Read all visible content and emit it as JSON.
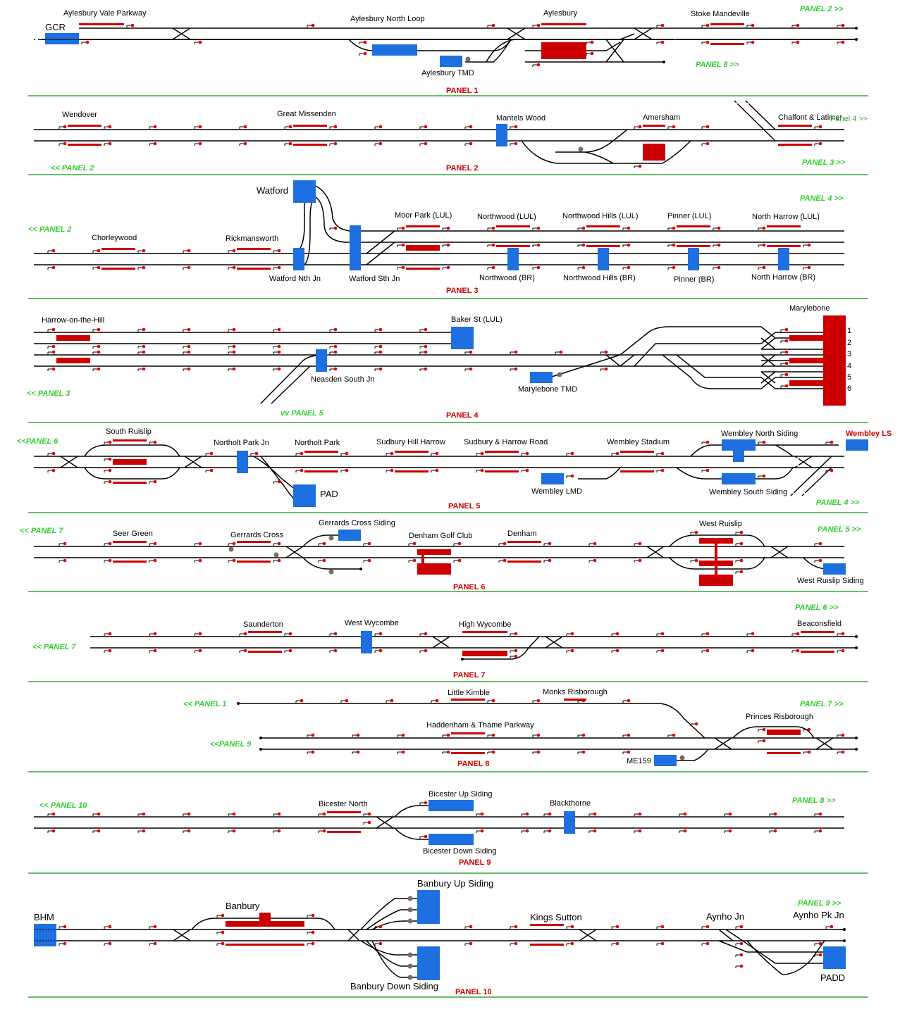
{
  "colors": {
    "track": "#000000",
    "platform": "#cc0000",
    "siding": "#1e6fe0",
    "signal": "#e00000",
    "divider": "#33aa33",
    "nav": "#33cc33",
    "panel_title": "#cc0000",
    "buffer_shunt": "#7a6a60"
  },
  "panels": [
    {
      "title": "PANEL 1",
      "stations": [
        "Aylesbury Vale Parkway",
        "Aylesbury North Loop",
        "Aylesbury",
        "Stoke Mandeville"
      ],
      "other_labels": [
        "GCR",
        "Aylesbury TMD"
      ],
      "nav": [
        "PANEL 2 >>",
        "PANEL 8 >>"
      ]
    },
    {
      "title": "PANEL 2",
      "stations": [
        "Wendover",
        "Great Missenden",
        "Mantels Wood",
        "Amersham",
        "Chalfont & Latimer"
      ],
      "other_labels": [
        "Panel 4 >>"
      ],
      "nav": [
        "<< PANEL 2",
        "PANEL 3 >>"
      ]
    },
    {
      "title": "PANEL 3",
      "stations": [
        "Chorleywood",
        "Rickmansworth",
        "Moor Park (LUL)",
        "Northwood (LUL)",
        "Northwood Hills (LUL)",
        "Pinner (LUL)",
        "North Harrow (LUL)"
      ],
      "other_labels": [
        "Watford",
        "Watford Nth Jn",
        "Watford Sth Jn",
        "Northwood (BR)",
        "Northwood Hills (BR)",
        "Pinner (BR)",
        "North Harrow (BR)"
      ],
      "nav": [
        "PANEL 4 >>",
        "<< PANEL 2"
      ]
    },
    {
      "title": "PANEL 4",
      "stations": [
        "Harrow-on-the-Hill",
        "Baker St (LUL)",
        "Marylebone"
      ],
      "other_labels": [
        "Neasden South Jn",
        "Marylebone TMD"
      ],
      "platform_numbers": [
        "1",
        "2",
        "3",
        "4",
        "5",
        "6"
      ],
      "nav": [
        "<< PANEL 3",
        "vv PANEL 5"
      ]
    },
    {
      "title": "PANEL 5",
      "stations": [
        "South Ruislip",
        "Northolt Park Jn",
        "Northolt Park",
        "Sudbury Hill Harrow",
        "Sudbury & Harrow Road",
        "Wembley Stadium",
        "Wembley North Siding"
      ],
      "other_labels": [
        "PAD",
        "Wembley LMD",
        "Wembley South Siding"
      ],
      "special_label": "Wembley LS",
      "nav": [
        "<<PANEL 6",
        "PANEL 4 >>"
      ]
    },
    {
      "title": "PANEL 6",
      "stations": [
        "Seer Green",
        "Gerrards Cross",
        "Gerrards Cross Siding",
        "Denham Golf Club",
        "Denham",
        "West Ruislip"
      ],
      "other_labels": [
        "West Ruislip Siding"
      ],
      "nav": [
        "<< PANEL 7",
        "PANEL 5 >>"
      ]
    },
    {
      "title": "PANEL 7",
      "stations": [
        "Saunderton",
        "West Wycombe",
        "High Wycombe",
        "Beaconsfield"
      ],
      "other_labels": [],
      "nav": [
        "PANEL 6 >>",
        "<< PANEL 7"
      ]
    },
    {
      "title": "PANEL 8",
      "stations": [
        "Little Kimble",
        "Monks Risborough",
        "Haddenham & Thame Parkway",
        "Princes Risborough"
      ],
      "other_labels": [
        "ME159"
      ],
      "nav": [
        "<< PANEL 1",
        "PANEL 7 >>",
        "<<PANEL 9"
      ]
    },
    {
      "title": "PANEL 9",
      "stations": [
        "Bicester North",
        "Bicester Up Siding",
        "Blackthorne",
        "Bicester Down Siding"
      ],
      "other_labels": [],
      "nav": [
        "<< PANEL 10",
        "PANEL 8 >>"
      ]
    },
    {
      "title": "PANEL 10",
      "stations": [
        "Banbury",
        "Banbury Up Siding",
        "Kings Sutton",
        "Aynho Jn",
        "Aynho Pk Jn",
        "Banbury Down Siding"
      ],
      "other_labels": [
        "BHM",
        "PADD"
      ],
      "nav": [
        "PANEL 9 >>"
      ]
    }
  ]
}
